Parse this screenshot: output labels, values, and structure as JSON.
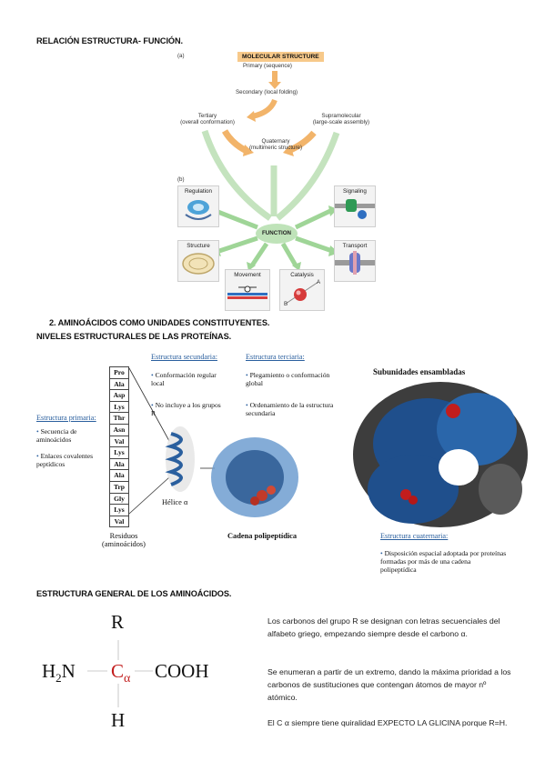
{
  "section1": {
    "heading": "RELACIÓN ESTRUCTURA- FUNCIÓN."
  },
  "figure1": {
    "panel_a": "(a)",
    "panel_b": "(b)",
    "molecular_structure": "MOLECULAR STRUCTURE",
    "primary": "Primary (sequence)",
    "secondary": "Secondary (local folding)",
    "tertiary": "Tertiary",
    "tertiary_sub": "(overall conformation)",
    "supramolecular": "Supramolecular",
    "supramolecular_sub": "(large-scale assembly)",
    "quaternary": "Quaternary",
    "quaternary_sub": "(multimeric structure)",
    "function": "FUNCTION",
    "regulation": "Regulation",
    "signaling": "Signaling",
    "structure": "Structure",
    "transport": "Transport",
    "movement": "Movement",
    "catalysis": "Catalysis",
    "catalysis_a": "A",
    "catalysis_b": "B"
  },
  "section2": {
    "heading": "2.   AMINOÁCIDOS COMO UNIDADES CONSTITUYENTES.",
    "subheading": "NIVELES ESTRUCTURALES DE LAS PROTEÍNAS."
  },
  "figure2": {
    "primaria_title": "Estructura primaria:",
    "primaria_bullets": [
      "Secuencia de aminoácidos",
      "Enlaces covalentes peptídicos"
    ],
    "residues": [
      "Pro",
      "Ala",
      "Asp",
      "Lys",
      "Thr",
      "Asn",
      "Val",
      "Lys",
      "Ala",
      "Ala",
      "Trp",
      "Gly",
      "Lys",
      "Val"
    ],
    "residuos_label": "Residuos",
    "residuos_sub": "(aminoácidos)",
    "secundaria_title": "Estructura secundaria:",
    "secundaria_bullets": [
      "Conformación regular local",
      "No incluye a los grupos R"
    ],
    "helice": "Hélice α",
    "terciaria_title": "Estructura terciaria:",
    "terciaria_bullets": [
      "Plegamiento o conformación global",
      "Ordenamiento de la estructura secundaria"
    ],
    "cadena": "Cadena polipeptídica",
    "subunidades": "Subunidades ensambladas",
    "cuaternaria_title": "Estructura cuaternaria:",
    "cuaternaria_bullets": [
      "Disposición espacial adoptada por proteínas formadas por más de una cadena polipeptídica"
    ]
  },
  "section3": {
    "heading": "ESTRUCTURA GENERAL DE LOS AMINOÁCIDOS."
  },
  "formula": {
    "r": "R",
    "h2n": "H",
    "h2n_sub": "2",
    "h2n_n": "N",
    "ca": "C",
    "ca_sub": "α",
    "cooh": "COOH",
    "h": "H"
  },
  "paragraphs": [
    "Los carbonos del grupo R se designan con letras secuenciales del alfabeto griego, empezando siempre desde el carbono α.",
    "Se enumeran a partir de un extremo, dando la máxima prioridad a los carbonos de sustituciones que contengan átomos de mayor nº atómico.",
    "El C α siempre tiene quiralidad EXPECTO LA GLICINA porque R=H."
  ],
  "colors": {
    "accent_blue": "#2a5f9e",
    "arrow_orange": "#f2b46a",
    "arrow_green": "#9fd597",
    "red": "#c21d1d"
  }
}
